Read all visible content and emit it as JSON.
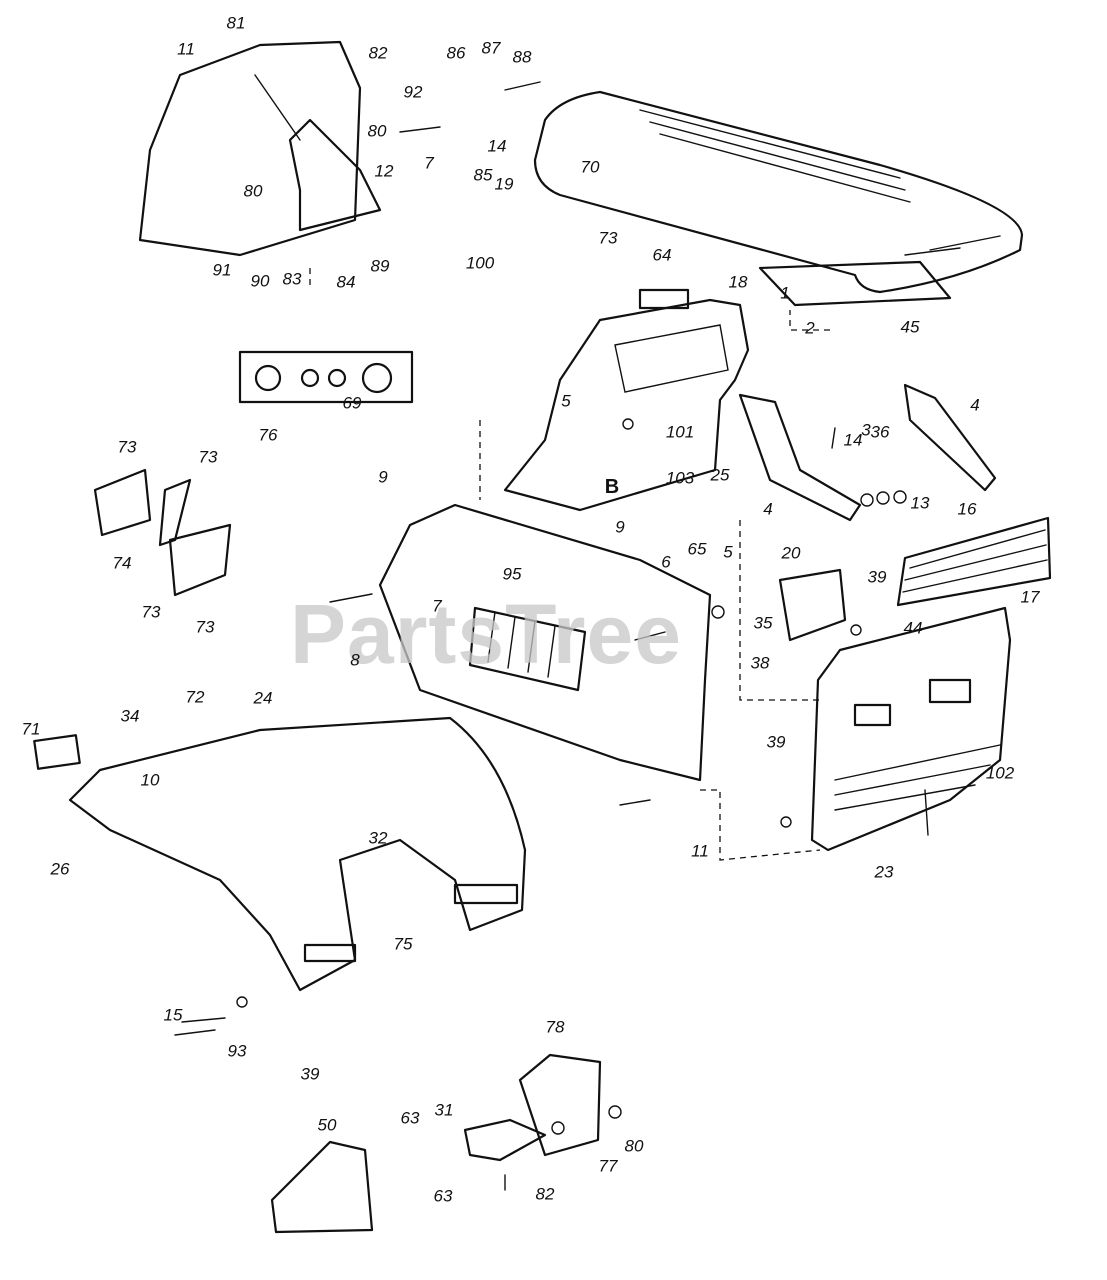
{
  "watermark": "PartsTree",
  "section_marker": "B",
  "callouts": [
    {
      "id": "c-11a",
      "text": "11"
    },
    {
      "id": "c-81",
      "text": "81"
    },
    {
      "id": "c-82a",
      "text": "82"
    },
    {
      "id": "c-86",
      "text": "86"
    },
    {
      "id": "c-87",
      "text": "87"
    },
    {
      "id": "c-88",
      "text": "88"
    },
    {
      "id": "c-92",
      "text": "92"
    },
    {
      "id": "c-80a",
      "text": "80"
    },
    {
      "id": "c-14a",
      "text": "14"
    },
    {
      "id": "c-7a",
      "text": "7"
    },
    {
      "id": "c-12",
      "text": "12"
    },
    {
      "id": "c-85",
      "text": "85"
    },
    {
      "id": "c-80b",
      "text": "80"
    },
    {
      "id": "c-91",
      "text": "91"
    },
    {
      "id": "c-90",
      "text": "90"
    },
    {
      "id": "c-83",
      "text": "83"
    },
    {
      "id": "c-84",
      "text": "84"
    },
    {
      "id": "c-89",
      "text": "89"
    },
    {
      "id": "c-70",
      "text": "70"
    },
    {
      "id": "c-19",
      "text": "19"
    },
    {
      "id": "c-73a",
      "text": "73"
    },
    {
      "id": "c-100",
      "text": "100"
    },
    {
      "id": "c-64",
      "text": "64"
    },
    {
      "id": "c-1",
      "text": "1"
    },
    {
      "id": "c-18",
      "text": "18"
    },
    {
      "id": "c-2",
      "text": "2"
    },
    {
      "id": "c-45",
      "text": "45"
    },
    {
      "id": "c-76",
      "text": "76"
    },
    {
      "id": "c-69",
      "text": "69"
    },
    {
      "id": "c-5a",
      "text": "5"
    },
    {
      "id": "c-101",
      "text": "101"
    },
    {
      "id": "c-3",
      "text": "3"
    },
    {
      "id": "c-4a",
      "text": "4"
    },
    {
      "id": "c-25",
      "text": "25"
    },
    {
      "id": "c-14b",
      "text": "14"
    },
    {
      "id": "c-36",
      "text": "36"
    },
    {
      "id": "c-73b",
      "text": "73"
    },
    {
      "id": "c-73c",
      "text": "73"
    },
    {
      "id": "c-9a",
      "text": "9"
    },
    {
      "id": "c-103",
      "text": "103"
    },
    {
      "id": "c-9b",
      "text": "9"
    },
    {
      "id": "c-4b",
      "text": "4"
    },
    {
      "id": "c-13",
      "text": "13"
    },
    {
      "id": "c-16",
      "text": "16"
    },
    {
      "id": "c-74",
      "text": "74"
    },
    {
      "id": "c-73d",
      "text": "73"
    },
    {
      "id": "c-73e",
      "text": "73"
    },
    {
      "id": "c-95",
      "text": "95"
    },
    {
      "id": "c-6",
      "text": "6"
    },
    {
      "id": "c-65",
      "text": "65"
    },
    {
      "id": "c-5b",
      "text": "5"
    },
    {
      "id": "c-20",
      "text": "20"
    },
    {
      "id": "c-39a",
      "text": "39"
    },
    {
      "id": "c-17",
      "text": "17"
    },
    {
      "id": "c-7b",
      "text": "7"
    },
    {
      "id": "c-8",
      "text": "8"
    },
    {
      "id": "c-35",
      "text": "35"
    },
    {
      "id": "c-44",
      "text": "44"
    },
    {
      "id": "c-38",
      "text": "38"
    },
    {
      "id": "c-72",
      "text": "72"
    },
    {
      "id": "c-24",
      "text": "24"
    },
    {
      "id": "c-34",
      "text": "34"
    },
    {
      "id": "c-71",
      "text": "71"
    },
    {
      "id": "c-10",
      "text": "10"
    },
    {
      "id": "c-32",
      "text": "32"
    },
    {
      "id": "c-26",
      "text": "26"
    },
    {
      "id": "c-39b",
      "text": "39"
    },
    {
      "id": "c-102",
      "text": "102"
    },
    {
      "id": "c-11b",
      "text": "11"
    },
    {
      "id": "c-23",
      "text": "23"
    },
    {
      "id": "c-75",
      "text": "75"
    },
    {
      "id": "c-15",
      "text": "15"
    },
    {
      "id": "c-93",
      "text": "93"
    },
    {
      "id": "c-39c",
      "text": "39"
    },
    {
      "id": "c-78",
      "text": "78"
    },
    {
      "id": "c-31",
      "text": "31"
    },
    {
      "id": "c-63a",
      "text": "63"
    },
    {
      "id": "c-80c",
      "text": "80"
    },
    {
      "id": "c-77",
      "text": "77"
    },
    {
      "id": "c-63b",
      "text": "63"
    },
    {
      "id": "c-82b",
      "text": "82"
    },
    {
      "id": "c-50",
      "text": "50"
    }
  ]
}
